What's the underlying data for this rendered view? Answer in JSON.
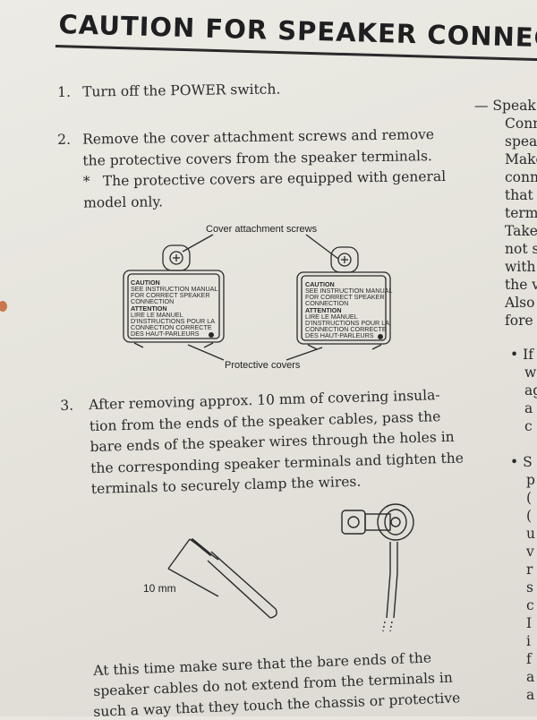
{
  "title": "CAUTION FOR SPEAKER CONNEC",
  "steps": [
    {
      "num": "1.",
      "lines": [
        "Turn off the POWER switch."
      ]
    },
    {
      "num": "2.",
      "lines": [
        "Remove the cover attachment screws and remove",
        "the protective covers from the speaker terminals."
      ],
      "note_mark": "*",
      "note_lines": [
        "The protective covers are equipped with general",
        "model only."
      ]
    },
    {
      "num": "3.",
      "lines": [
        "After removing approx. 10 mm of covering insula-",
        "tion from the ends of the speaker cables, pass the",
        "bare ends of the speaker wires through the holes in",
        "the corresponding speaker terminals and tighten the",
        "terminals to securely clamp the wires."
      ]
    }
  ],
  "diagram1": {
    "label_top": "Cover attachment screws",
    "label_bottom": "Protective covers",
    "cover_text": [
      "CAUTION",
      "SEE INSTRUCTION MANUAL",
      "FOR CORRECT SPEAKER",
      "CONNECTION",
      "ATTENTION",
      "LIRE LE MANUEL",
      "D'INSTRUCTIONS POUR LA",
      "CONNECTION CORRECTE",
      "DES HAUT-PARLEURS"
    ]
  },
  "diagram2": {
    "measure_label": "10 mm"
  },
  "paragraph_lines": [
    "At this time make sure that the bare ends of the",
    "speaker cables do not extend from the terminals in",
    "such a way that they touch the chassis or protective"
  ],
  "right_column": [
    "— Speak",
    "Conn",
    "speak",
    "Make",
    "conn",
    "that",
    "termi",
    "Take",
    "not s",
    "with",
    "the v",
    "Also",
    "fore",
    "• If",
    "w",
    "ag",
    "a",
    "c",
    "",
    "• S",
    "p",
    "(",
    "(",
    "u",
    "v",
    "r",
    "s",
    "c",
    "I",
    "i",
    "f",
    "a",
    "a"
  ],
  "colors": {
    "paper": "#e8e6df",
    "ink": "#2a2a2c"
  }
}
